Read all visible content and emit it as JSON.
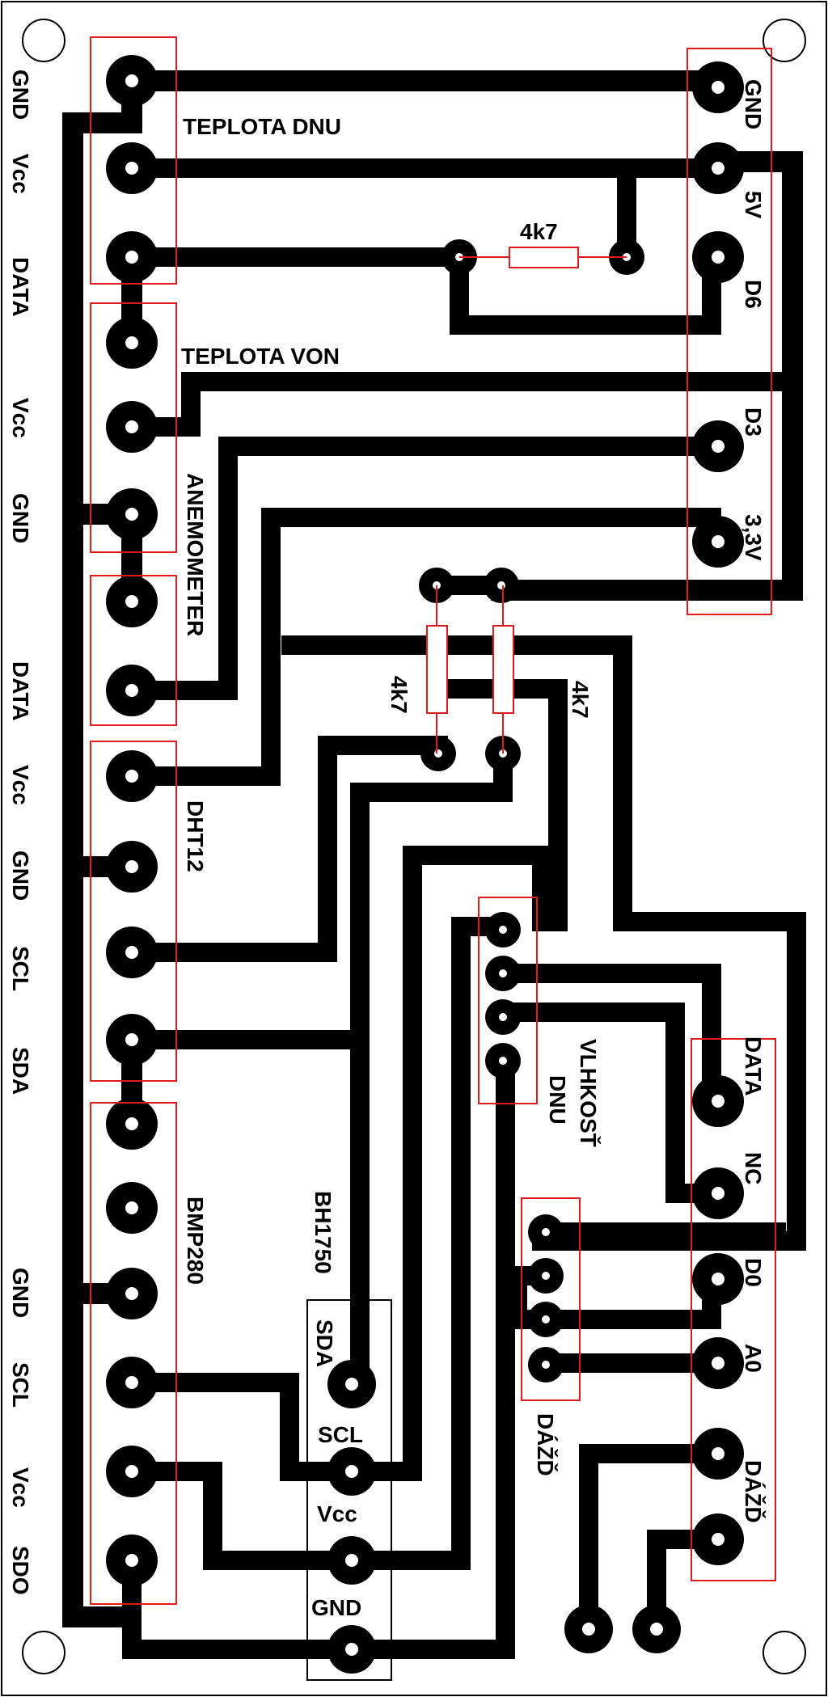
{
  "labels": {
    "left_column": [
      "GND",
      "Vcc",
      "DATA",
      "Vcc",
      "GND",
      "DATA",
      "Vcc",
      "GND",
      "SCL",
      "SDA",
      "GND",
      "SCL",
      "Vcc",
      "SDO"
    ],
    "right_column": [
      "GND",
      "5V",
      "D6",
      "D3",
      "3,3V"
    ],
    "right_lower": [
      "DATA",
      "NC",
      "D0",
      "A0",
      "DÁŽĎ"
    ],
    "bh_pins": [
      "SDA",
      "SCL",
      "Vcc",
      "GND"
    ],
    "modules": {
      "teplota_dnu": "TEPLOTA DNU",
      "teplota_von": "TEPLOTA VON",
      "anemometer": "ANEMOMETER",
      "dht12": "DHT12",
      "bmp280": "BMP280",
      "bh1750": "BH1750",
      "vlhkost_1": "VLHKOSŤ",
      "vlhkost_2": "DNU",
      "dazd": "DÁŽĎ"
    },
    "resistors": [
      "4k7",
      "4k7",
      "4k7"
    ]
  }
}
